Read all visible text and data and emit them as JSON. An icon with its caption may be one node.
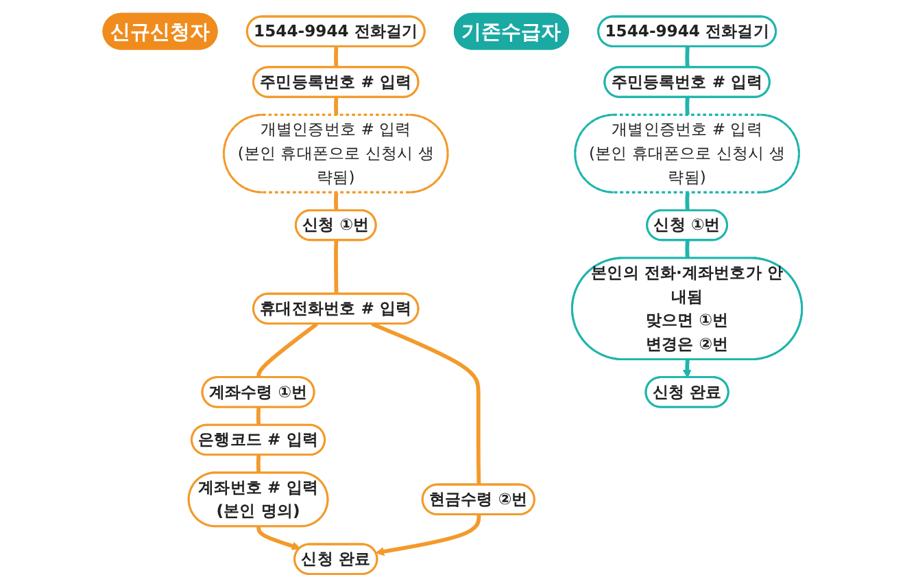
{
  "diagram": {
    "nodes": [
      {
        "text": [
          "신규신청자"
        ]
      },
      {
        "text": [
          "1544-9944 전화걸기"
        ]
      },
      {
        "text": [
          "주민등록번호 # 입력"
        ]
      },
      {
        "text": [
          "개별인증번호 # 입력",
          "(본인 휴대폰으로 신청시 생략됨)"
        ]
      },
      {
        "text": [
          "신청 ①번"
        ]
      },
      {
        "text": [
          "휴대전화번호 # 입력"
        ]
      },
      {
        "text": [
          "계좌수령 ①번"
        ]
      },
      {
        "text": [
          "현금수령 ②번"
        ]
      },
      {
        "text": [
          "은행코드 # 입력"
        ]
      },
      {
        "text": [
          "계좌번호 # 입력",
          "(본인 명의)"
        ]
      },
      {
        "text": [
          "신청 완료"
        ]
      },
      {
        "text": [
          "기존수급자"
        ]
      },
      {
        "text": [
          "1544-9944 전화걸기"
        ]
      },
      {
        "text": [
          "주민등록번호 # 입력"
        ]
      },
      {
        "text": [
          "개별인증번호 # 입력",
          "(본인 휴대폰으로 신청시 생략됨)"
        ]
      },
      {
        "text": [
          "신청 ①번"
        ]
      },
      {
        "text": [
          "본인의 전화·계좌번호가 안내됨",
          "맞으면 ①번",
          "변경은 ②번"
        ]
      },
      {
        "text": [
          "신청 완료"
        ]
      }
    ],
    "edges": [
      {
        "from": 1,
        "to": 2,
        "arrow": "none",
        "color": "#f39a2b"
      },
      {
        "from": 2,
        "to": 3,
        "arrow": "none",
        "color": "#f39a2b"
      },
      {
        "from": 3,
        "to": 4,
        "arrow": "none",
        "color": "#f39a2b"
      },
      {
        "from": 4,
        "to": 5,
        "arrow": "none",
        "color": "#f39a2b"
      },
      {
        "from": 5,
        "to": 6,
        "arrow": "none",
        "color": "#f39a2b"
      },
      {
        "from": 5,
        "to": 7,
        "arrow": "none",
        "color": "#f39a2b"
      },
      {
        "from": 6,
        "to": 8,
        "arrow": "none",
        "color": "#f39a2b"
      },
      {
        "from": 8,
        "to": 9,
        "arrow": "none",
        "color": "#f39a2b"
      },
      {
        "from": 9,
        "to": 10,
        "arrow": "to",
        "color": "#f39a2b"
      },
      {
        "from": 7,
        "to": 10,
        "arrow": "to",
        "color": "#f39a2b"
      },
      {
        "from": 12,
        "to": 13,
        "arrow": "none",
        "color": "#1fb5ad"
      },
      {
        "from": 13,
        "to": 14,
        "arrow": "none",
        "color": "#1fb5ad"
      },
      {
        "from": 14,
        "to": 15,
        "arrow": "none",
        "color": "#1fb5ad"
      },
      {
        "from": 15,
        "to": 16,
        "arrow": "none",
        "color": "#1fb5ad"
      },
      {
        "from": 16,
        "to": 17,
        "arrow": "to",
        "color": "#1fb5ad"
      }
    ]
  }
}
